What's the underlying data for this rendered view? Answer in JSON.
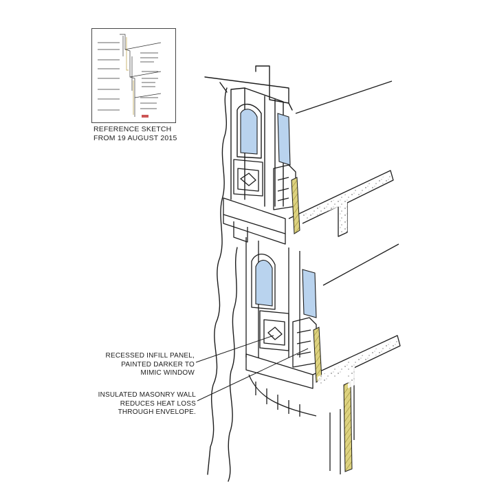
{
  "reference": {
    "caption_line1": "REFERENCE SKETCH",
    "caption_line2": "FROM 19 AUGUST 2015"
  },
  "callouts": [
    {
      "lines": [
        "RECESSED INFILL PANEL,",
        "PAINTED DARKER TO",
        "MIMIC WINDOW"
      ]
    },
    {
      "lines": [
        "INSULATED MASONRY WALL",
        "REDUCES HEAT LOSS",
        "THROUGH ENVELOPE."
      ]
    }
  ],
  "colors": {
    "ink": "#1c1c1c",
    "glass": "#b9d3ee",
    "insulation": "#d9cf7a",
    "paper": "#ffffff"
  }
}
